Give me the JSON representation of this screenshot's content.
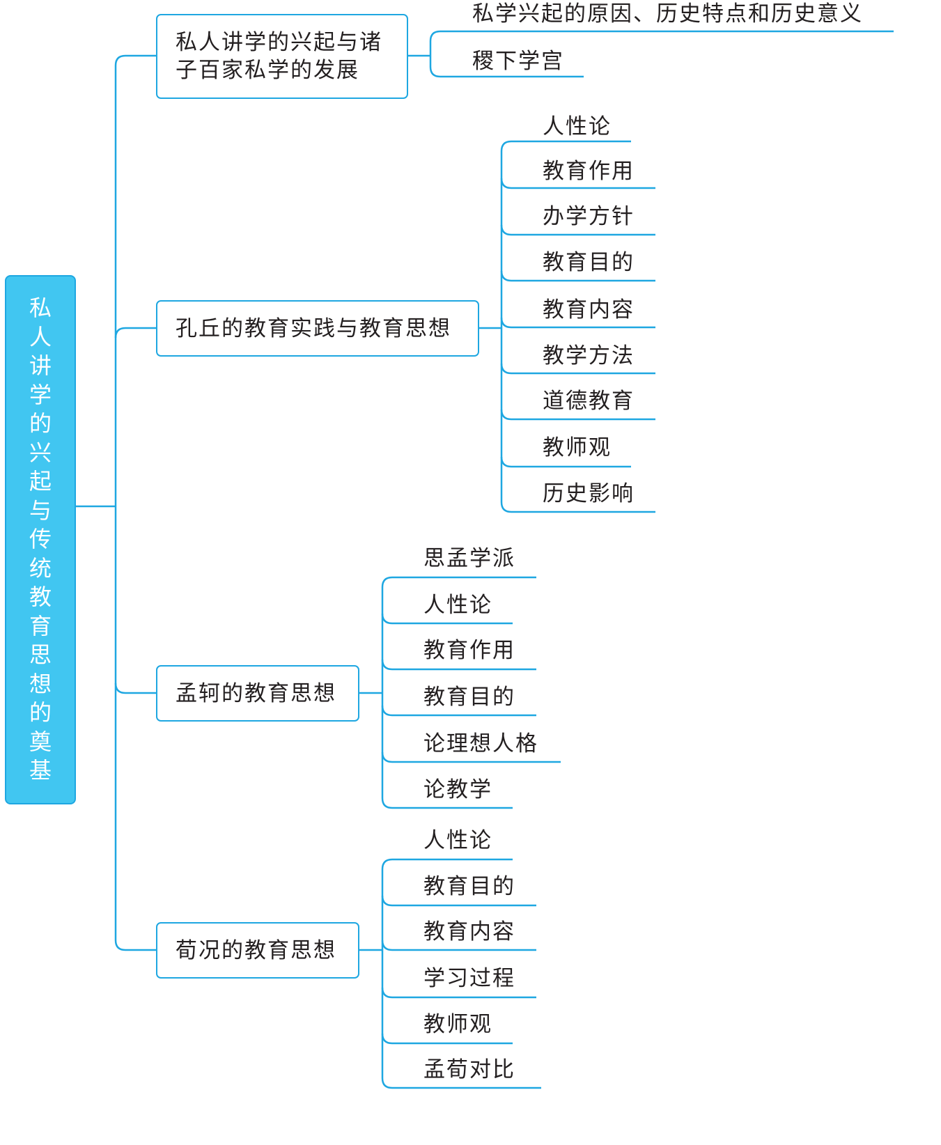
{
  "root": {
    "label": "私人讲学的兴起与传统教育思想的奠基"
  },
  "branches": [
    {
      "label_lines": [
        "私人讲学的兴起与诸",
        "子百家私学的发展"
      ],
      "leaves": [
        "私学兴起的原因、历史特点和历史意义",
        "稷下学宫"
      ]
    },
    {
      "label_lines": [
        "孔丘的教育实践与教育思想"
      ],
      "leaves": [
        "人性论",
        "教育作用",
        "办学方针",
        "教育目的",
        "教育内容",
        "教学方法",
        "道德教育",
        "教师观",
        "历史影响"
      ]
    },
    {
      "label_lines": [
        "孟轲的教育思想"
      ],
      "leaves": [
        "思孟学派",
        "人性论",
        "教育作用",
        "教育目的",
        "论理想人格",
        "论教学"
      ]
    },
    {
      "label_lines": [
        "荀况的教育思想"
      ],
      "leaves": [
        "人性论",
        "教育目的",
        "教育内容",
        "学习过程",
        "教师观",
        "孟荀对比"
      ]
    }
  ],
  "colors": {
    "line": "#1ea7e1",
    "root_fill": "#41c6f1",
    "text": "#231f20"
  }
}
